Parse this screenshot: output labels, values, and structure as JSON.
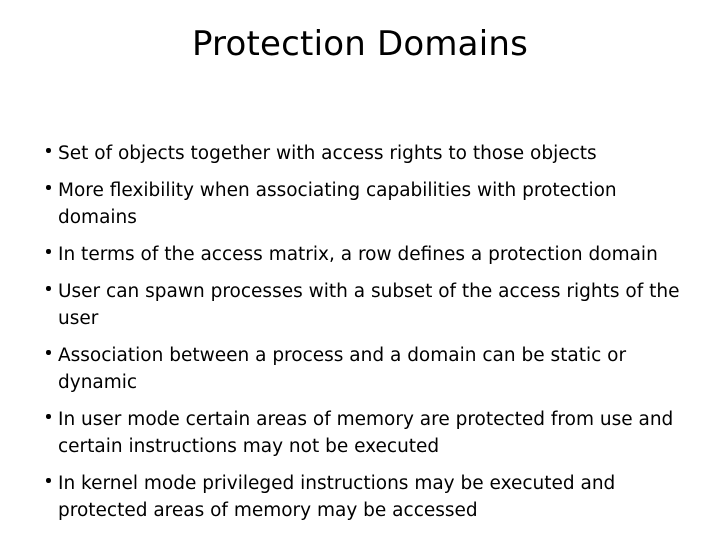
{
  "slide": {
    "title": "Protection Domains",
    "background_color": "#ffffff",
    "text_color": "#000000",
    "bullet_glyph": "bullet-dot",
    "bullets": [
      {
        "text": "Set of objects together with access rights to those objects"
      },
      {
        "text": "More flexibility when associating capabilities with protection domains"
      },
      {
        "text": "In terms of the access matrix, a row defines a protection domain"
      },
      {
        "text": "User can spawn processes with a subset of the access rights of the user"
      },
      {
        "text": "Association between a process and a domain can be static or dynamic"
      },
      {
        "text": "In user mode certain areas of memory are protected from use and certain instructions may not be executed"
      },
      {
        "text": "In kernel mode privileged instructions may be executed and protected areas of memory may be accessed"
      }
    ]
  }
}
